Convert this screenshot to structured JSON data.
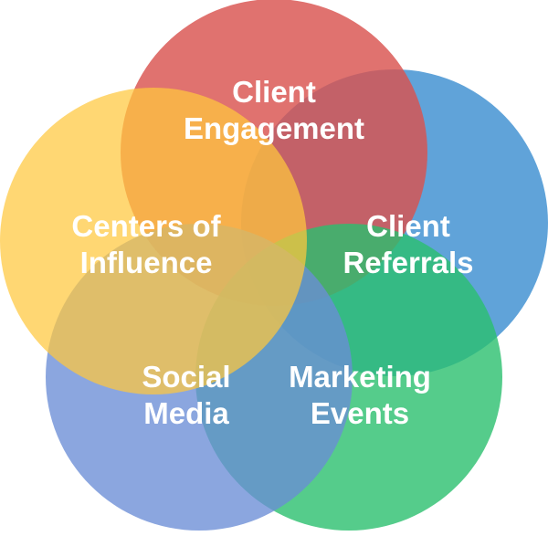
{
  "circles": [
    {
      "id": "client-engagement",
      "lines": [
        "Client",
        "Engagement"
      ],
      "color": "#D9534F"
    },
    {
      "id": "client-referrals",
      "lines": [
        "Client",
        "Referrals"
      ],
      "color": "#3D8FD1"
    },
    {
      "id": "marketing-events",
      "lines": [
        "Marketing",
        "Events"
      ],
      "color": "#2BBF6E"
    },
    {
      "id": "social-media",
      "lines": [
        "Social",
        "Media"
      ],
      "color": "#6A8DD6"
    },
    {
      "id": "centers-of-influence",
      "lines": [
        "Centers of",
        "Influence"
      ],
      "color": "#FFC83D"
    }
  ]
}
